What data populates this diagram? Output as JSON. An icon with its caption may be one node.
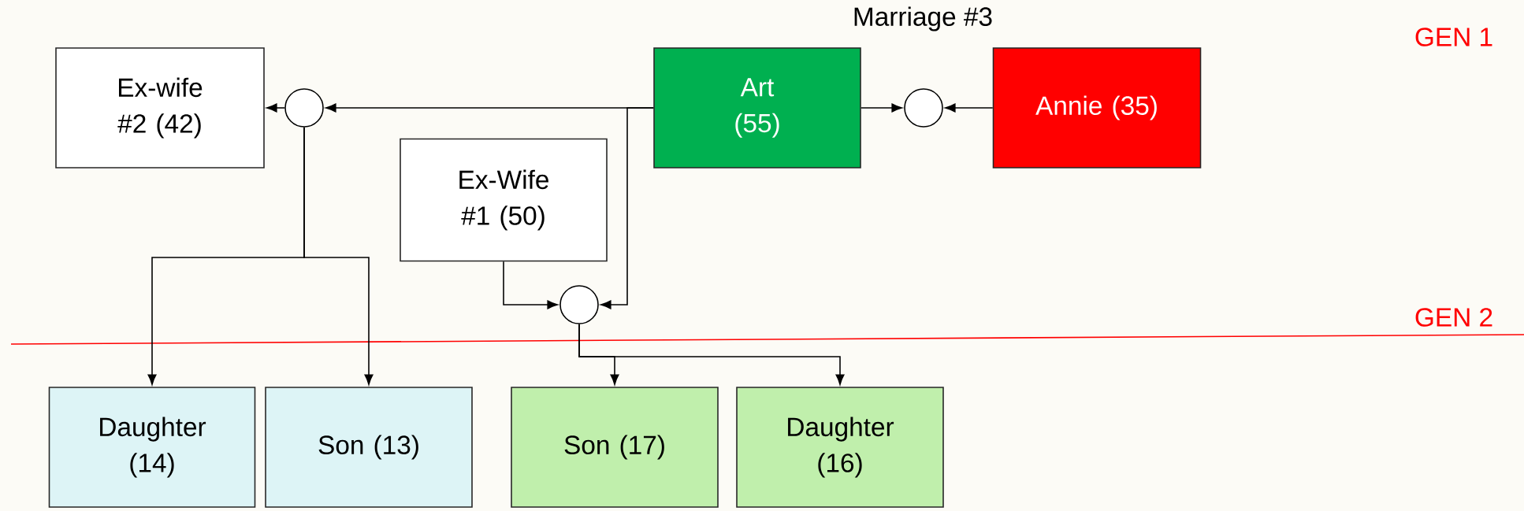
{
  "diagram": {
    "nodes": [
      {
        "text": [
          "Ex-wife #2 (42)"
        ]
      },
      {
        "text": [],
        "shape": "circle"
      },
      {
        "text": [
          "Art (55)"
        ]
      },
      {
        "text": [],
        "shape": "circle"
      },
      {
        "text": [
          "Annie (35)"
        ]
      },
      {
        "text": [
          "Ex-Wife #1 (50)"
        ]
      },
      {
        "text": [],
        "shape": "circle"
      },
      {
        "text": [
          "Daughter (14)"
        ]
      },
      {
        "text": [
          "Son (13)"
        ]
      },
      {
        "text": [
          "Son (17)"
        ]
      },
      {
        "text": [
          "Daughter (16)"
        ]
      }
    ],
    "edges": [
      {
        "from": 2,
        "to": 1,
        "arrow": "to"
      },
      {
        "from": 2,
        "to": 6,
        "arrow": "to"
      },
      {
        "from": 5,
        "to": 6,
        "arrow": "to"
      },
      {
        "from": 1,
        "to": 0,
        "arrow": "to"
      },
      {
        "from": 2,
        "to": 3,
        "arrow": "to"
      },
      {
        "from": 4,
        "to": 3,
        "arrow": "to"
      },
      {
        "from": 1,
        "to": 7,
        "arrow": "to"
      },
      {
        "from": 1,
        "to": 8,
        "arrow": "to"
      },
      {
        "from": 6,
        "to": 9,
        "arrow": "to"
      },
      {
        "from": 6,
        "to": 10,
        "arrow": "to"
      }
    ],
    "labels": [
      "Marriage #3",
      "GEN 1",
      "GEN 2"
    ]
  }
}
